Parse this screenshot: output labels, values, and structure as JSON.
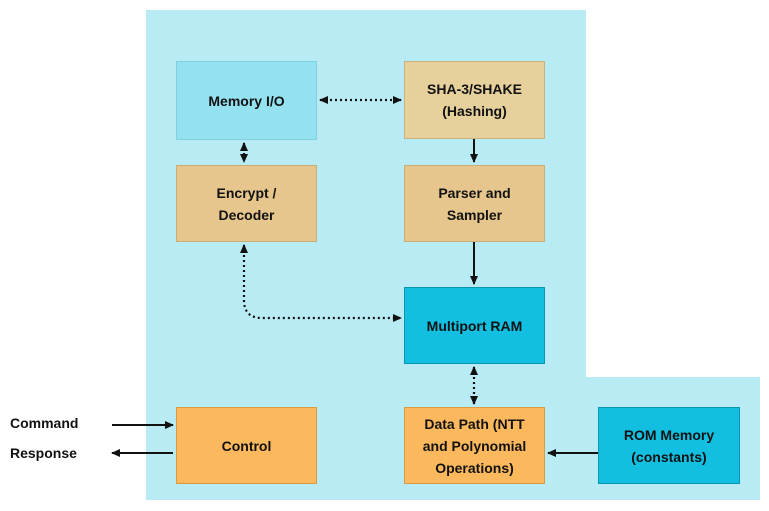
{
  "diagram": {
    "blocks": {
      "memory_io": {
        "label": "Memory I/O",
        "color": "#94e2f0"
      },
      "sha3": {
        "label": "SHA-3/SHAKE\n(Hashing)",
        "color": "#e6d09c"
      },
      "encrypt": {
        "label": "Encrypt /\nDecoder",
        "color": "#e6c68c"
      },
      "parser": {
        "label": "Parser and\nSampler",
        "color": "#e6c68c"
      },
      "multiport_ram": {
        "label": "Multiport RAM",
        "color": "#12bfe0"
      },
      "control": {
        "label": "Control",
        "color": "#fbb85c"
      },
      "data_path": {
        "label": "Data Path (NTT\nand Polynomial\nOperations)",
        "color": "#fbb85c"
      },
      "rom": {
        "label": "ROM Memory\n(constants)",
        "color": "#12bfe0"
      }
    },
    "io": {
      "command": "Command",
      "response": "Response"
    },
    "region_color": "#b9ebf5"
  }
}
